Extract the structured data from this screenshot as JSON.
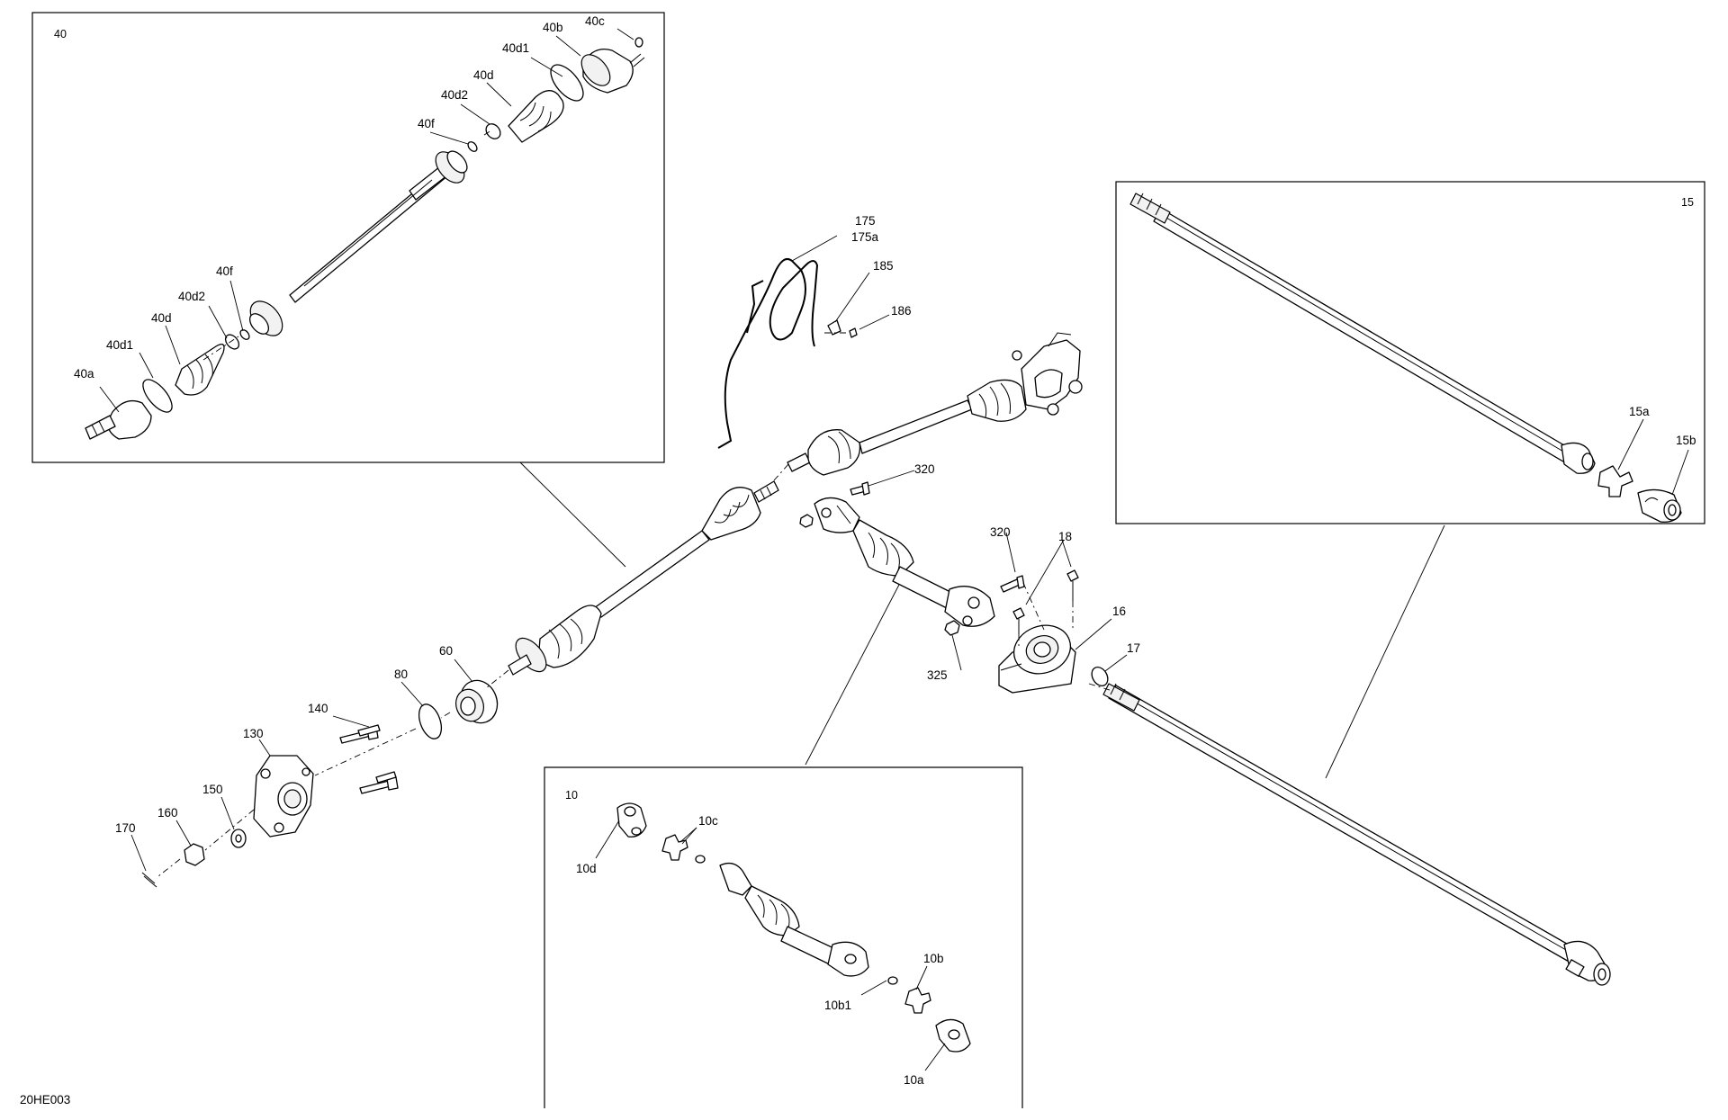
{
  "figure_id": "20HE003",
  "inset_labels": {
    "axle_detail": "40",
    "rear_shaft_detail": "15",
    "front_shaft_detail": "10"
  },
  "part_labels": {
    "p40a": "40a",
    "p40d1_lower": "40d1",
    "p40d_lower": "40d",
    "p40d2_lower": "40d2",
    "p40f_lower": "40f",
    "p40f_upper": "40f",
    "p40d2_upper": "40d2",
    "p40d_upper": "40d",
    "p40d1_upper": "40d1",
    "p40b": "40b",
    "p40c": "40c",
    "p175": "175",
    "p175a": "175a",
    "p185": "185",
    "p186": "186",
    "p320_top": "320",
    "p320_mid": "320",
    "p325": "325",
    "p18": "18",
    "p16": "16",
    "p17": "17",
    "p15a": "15a",
    "p15b": "15b",
    "p60": "60",
    "p80": "80",
    "p140": "140",
    "p130": "130",
    "p150": "150",
    "p160": "160",
    "p170": "170",
    "p10d": "10d",
    "p10c": "10c",
    "p10b": "10b",
    "p10b1": "10b1",
    "p10a": "10a"
  }
}
